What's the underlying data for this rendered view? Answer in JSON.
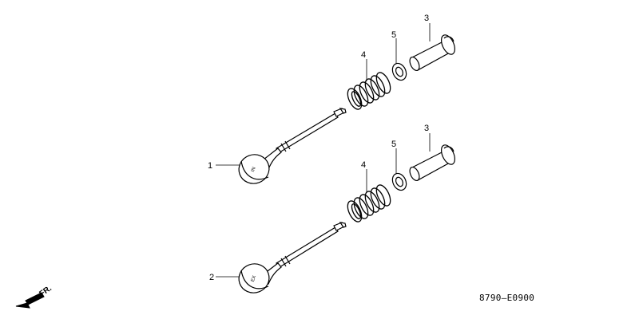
{
  "callouts": {
    "valve_in": "1",
    "valve_ex": "2",
    "rotator_top": "3",
    "rotator_bottom": "3",
    "spring_top": "4",
    "spring_bottom": "4",
    "retainer_top": "5",
    "retainer_bottom": "5"
  },
  "valve_marks": {
    "intake": "IN",
    "exhaust": "EX"
  },
  "direction_label": "FR.",
  "diagram_code": "8790—E0900"
}
